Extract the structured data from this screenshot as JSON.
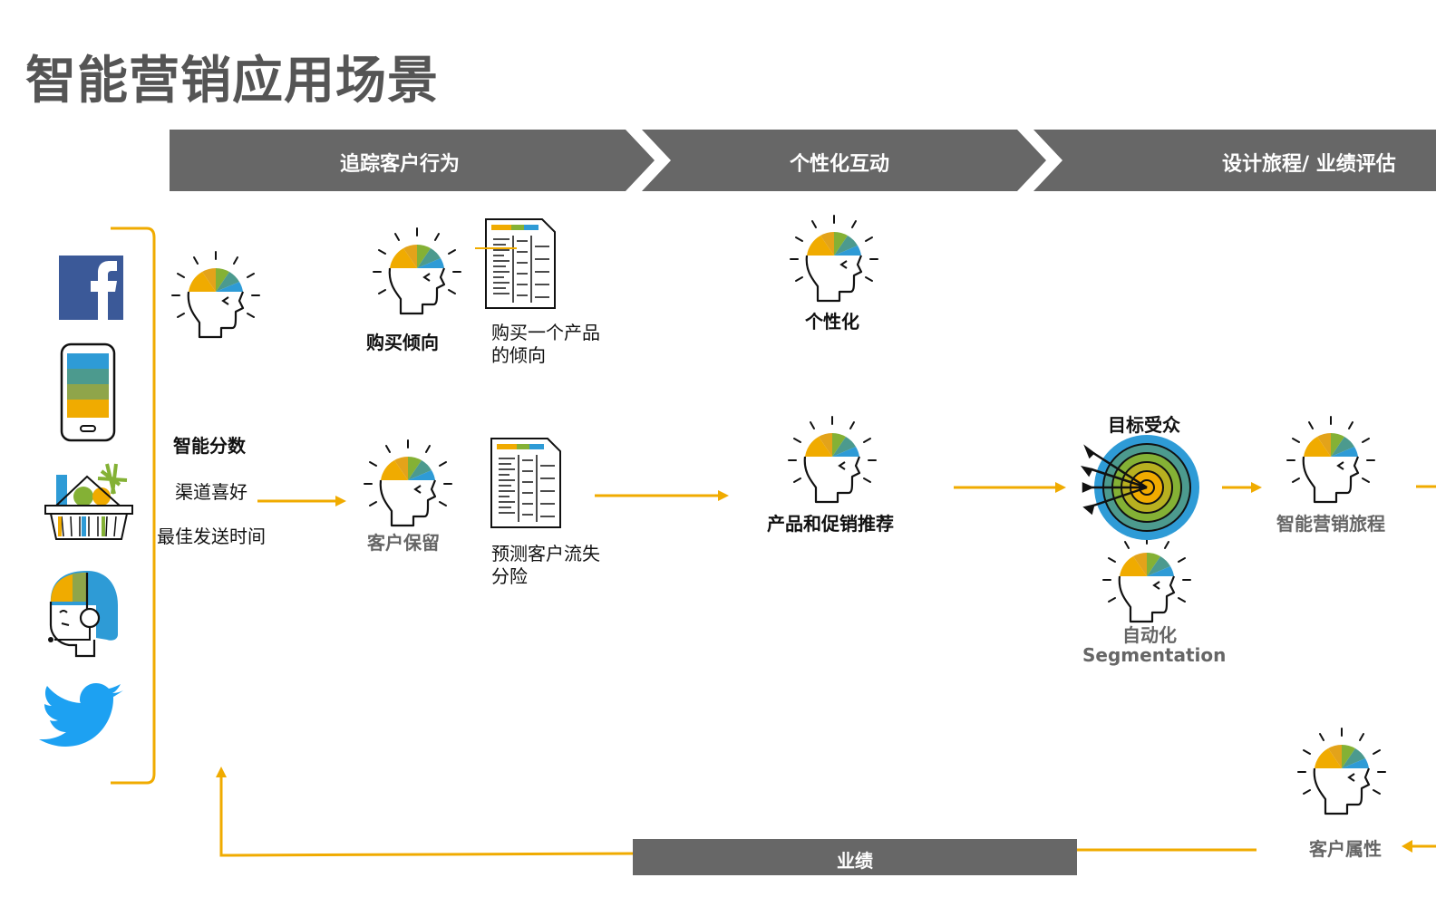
{
  "title": "智能营销应用场景",
  "phases": [
    "追踪客户行为",
    "个性化互动",
    "设计旅程/ 业绩评估"
  ],
  "labels": {
    "smart_score": "智能分数",
    "channel_pref": "渠道喜好",
    "best_send_time": "最佳发送时间",
    "purchase_propensity": "购买倾向",
    "purchase_product_line1": "购买一个产品",
    "purchase_product_line2": "的倾向",
    "customer_retention": "客户保留",
    "churn_line1": "预测客户流失",
    "churn_line2": "分险",
    "personalization": "个性化",
    "product_promo": "产品和促销推荐",
    "target_audience": "目标受众",
    "auto_line1": "自动化",
    "auto_line2": "Segmentation",
    "smart_journey": "智能营销旅程",
    "customer_attributes": "客户属性"
  },
  "footer_bar": "业绩",
  "colors": {
    "accent": "#F0AB00",
    "phase_bar": "#676767",
    "title": "#555555",
    "facebook": "#3B5998",
    "twitter": "#1DA1F2",
    "blue": "#2E9BD6",
    "green": "#84B135",
    "olive": "#8FA54A",
    "teal": "#4C9A8E"
  },
  "icons": [
    "facebook-icon",
    "smartphone-icon",
    "shopping-basket-icon",
    "call-agent-icon",
    "twitter-icon",
    "idea-head-icon",
    "report-icon",
    "target-icon"
  ]
}
